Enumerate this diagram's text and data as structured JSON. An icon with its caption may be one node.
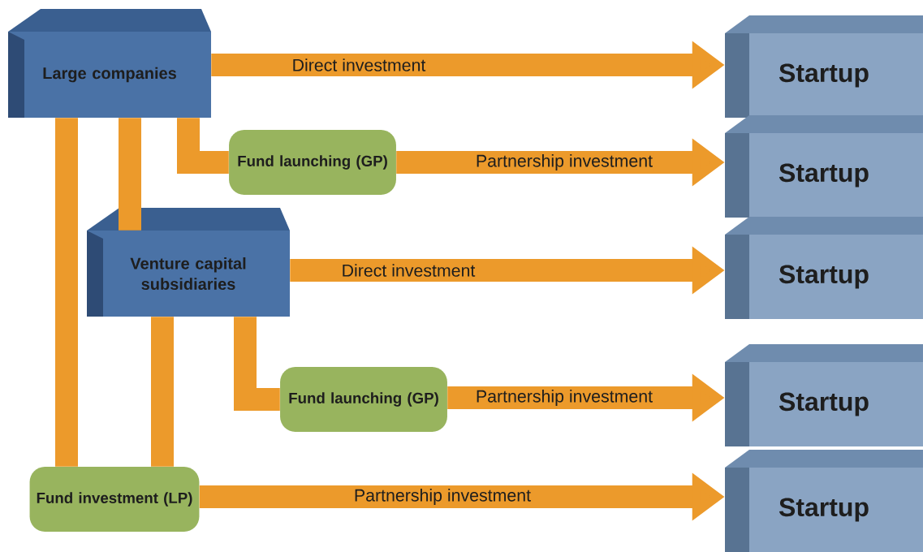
{
  "diagram": {
    "nodes": [
      {
        "text": [
          "Large companies"
        ]
      },
      {
        "text": [
          "Fund launching (GP)"
        ]
      },
      {
        "text": [
          "Venture capital subsidiaries"
        ]
      },
      {
        "text": [
          "Fund launching (GP)"
        ]
      },
      {
        "text": [
          "Fund investment (LP)"
        ]
      },
      {
        "text": [
          "Startup"
        ]
      },
      {
        "text": [
          "Startup"
        ]
      },
      {
        "text": [
          "Startup"
        ]
      },
      {
        "text": [
          "Startup"
        ]
      },
      {
        "text": [
          "Startup"
        ]
      }
    ],
    "edges": [
      {
        "from": 0,
        "to": 5,
        "arrow": "to",
        "label": "Direct investment"
      },
      {
        "from": 0,
        "to": 1,
        "arrow": "none"
      },
      {
        "from": 0,
        "to": 2,
        "arrow": "none"
      },
      {
        "from": 0,
        "to": 4,
        "arrow": "none"
      },
      {
        "from": 1,
        "to": 6,
        "arrow": "to",
        "label": "Partnership investment"
      },
      {
        "from": 2,
        "to": 7,
        "arrow": "to",
        "label": "Direct investment"
      },
      {
        "from": 2,
        "to": 3,
        "arrow": "none"
      },
      {
        "from": 2,
        "to": 4,
        "arrow": "none"
      },
      {
        "from": 3,
        "to": 8,
        "arrow": "to",
        "label": "Partnership investment"
      },
      {
        "from": 4,
        "to": 9,
        "arrow": "to",
        "label": "Partnership investment"
      }
    ]
  }
}
